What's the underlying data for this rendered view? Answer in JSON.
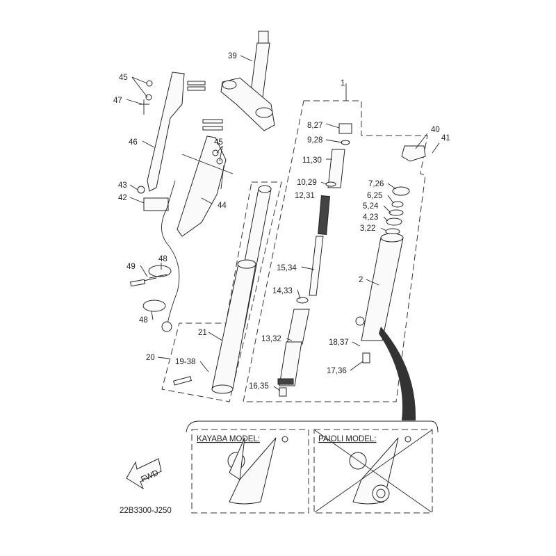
{
  "diagram": {
    "title_code": "22B3300-J250",
    "fwd_label": "FWD",
    "callouts": {
      "c39": "39",
      "c45a": "45",
      "c47": "47",
      "c46": "46",
      "c45b": "45",
      "c43": "43",
      "c42": "42",
      "c44": "44",
      "c1": "1",
      "c8_27": "8,27",
      "c9_28": "9,28",
      "c11_30": "11,30",
      "c10_29": "10,29",
      "c12_31": "12,31",
      "c15_34": "15,34",
      "c14_33": "14,33",
      "c13_32": "13,32",
      "c16_35": "16,35",
      "c40": "40",
      "c41": "41",
      "c7_26": "7,26",
      "c6_25": "6,25",
      "c5_24": "5,24",
      "c4_23": "4,23",
      "c3_22": "3,22",
      "c2": "2",
      "c18_37": "18,37",
      "c17_36": "17,36",
      "c49": "49",
      "c48a": "48",
      "c48b": "48",
      "c21": "21",
      "c20": "20",
      "c19_38": "19-38"
    },
    "inset": {
      "kayaba_label": "KAYABA MODEL:",
      "paioli_label": "PAIOLI MODEL:"
    }
  }
}
